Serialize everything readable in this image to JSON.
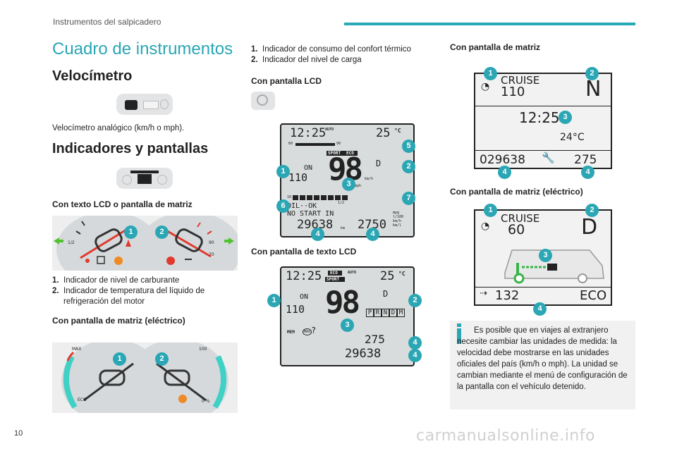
{
  "header": {
    "section": "Instrumentos del salpicadero",
    "page_number": "10"
  },
  "watermark": "carmanualsonline.info",
  "title": "Cuadro de instrumentos",
  "col1": {
    "velocimetro_heading": "Velocímetro",
    "velocimetro_text": "Velocímetro analógico (km/h o mph).",
    "indicadores_heading": "Indicadores y pantallas",
    "lcd_matrix_heading": "Con texto LCD o pantalla de matriz",
    "list1": [
      {
        "num": "1.",
        "text": "Indicador de nivel de carburante"
      },
      {
        "num": "2.",
        "text": "Indicador de temperatura del líquido de refrigeración del motor"
      }
    ],
    "electric_heading": "Con pantalla de matriz (eléctrico)",
    "gauge_labels": {
      "half": "1/2",
      "ninety": "90",
      "seventy": "70",
      "max": "MAX",
      "hundred": "100",
      "eco": "ECO",
      "zero_pct": "0 %"
    }
  },
  "col2": {
    "list2": [
      {
        "num": "1.",
        "text": "Indicador de consumo del confort térmico"
      },
      {
        "num": "2.",
        "text": "Indicador del nivel de carga"
      }
    ],
    "lcd_heading": "Con pantalla LCD",
    "lcd": {
      "time": "12:25",
      "auto": "AUTO",
      "temp": "25",
      "deg": "°C",
      "sport": "SPORT",
      "eco": "ECO",
      "on": "ON",
      "speed": "98",
      "kmh": "km/h",
      "mph": "mph",
      "gear": "D",
      "small_speed": "110",
      "oil": "OIL··OK",
      "nostart": "NO START IN",
      "odo": "29638",
      "km": "km",
      "range": "2750",
      "units": "mpg l/100 km/h km/l",
      "half": "1/2",
      "sixty": "60",
      "ninety": "90",
      "ten": "10"
    },
    "lcd_text_heading": "Con pantalla de texto LCD",
    "lcd2": {
      "time": "12:25",
      "eco": "ECO",
      "sport": "SPORT",
      "auto": "AUTO",
      "temp": "25",
      "deg": "°C",
      "on": "ON",
      "small_speed": "110",
      "speed": "98",
      "gear": "D",
      "gears": [
        "P",
        "R",
        "N",
        "D",
        "M"
      ],
      "mem": "MEM",
      "max": "MAX",
      "q": "?",
      "range": "275",
      "odo": "29638"
    }
  },
  "col3": {
    "matrix_heading": "Con pantalla de matriz",
    "matrix": {
      "cruise": "CRUISE",
      "speed": "110",
      "gear": "N",
      "time": "12:25",
      "temp": "24°C",
      "odo": "029638",
      "range": "275"
    },
    "matrix_elec_heading": "Con pantalla de matriz (eléctrico)",
    "matrix_elec": {
      "cruise": "CRUISE",
      "speed": "60",
      "gear": "D",
      "range": "132",
      "mode": "ECO"
    },
    "info_text": "Es posible que en viajes al extranjero necesite cambiar las unidades de medida: la velocidad debe mostrarse en las unidades oficiales del país (km/h o mph). La unidad se cambian mediante el menú de configuración de la pantalla con el vehículo detenido."
  },
  "badges": {
    "b1": "1",
    "b2": "2",
    "b3": "3",
    "b4": "4",
    "b5": "5",
    "b6": "6",
    "b7": "7"
  },
  "colors": {
    "accent": "#2aa6b4",
    "warning_red": "#d9372b",
    "orange": "#f08a24",
    "green": "#52c234"
  }
}
